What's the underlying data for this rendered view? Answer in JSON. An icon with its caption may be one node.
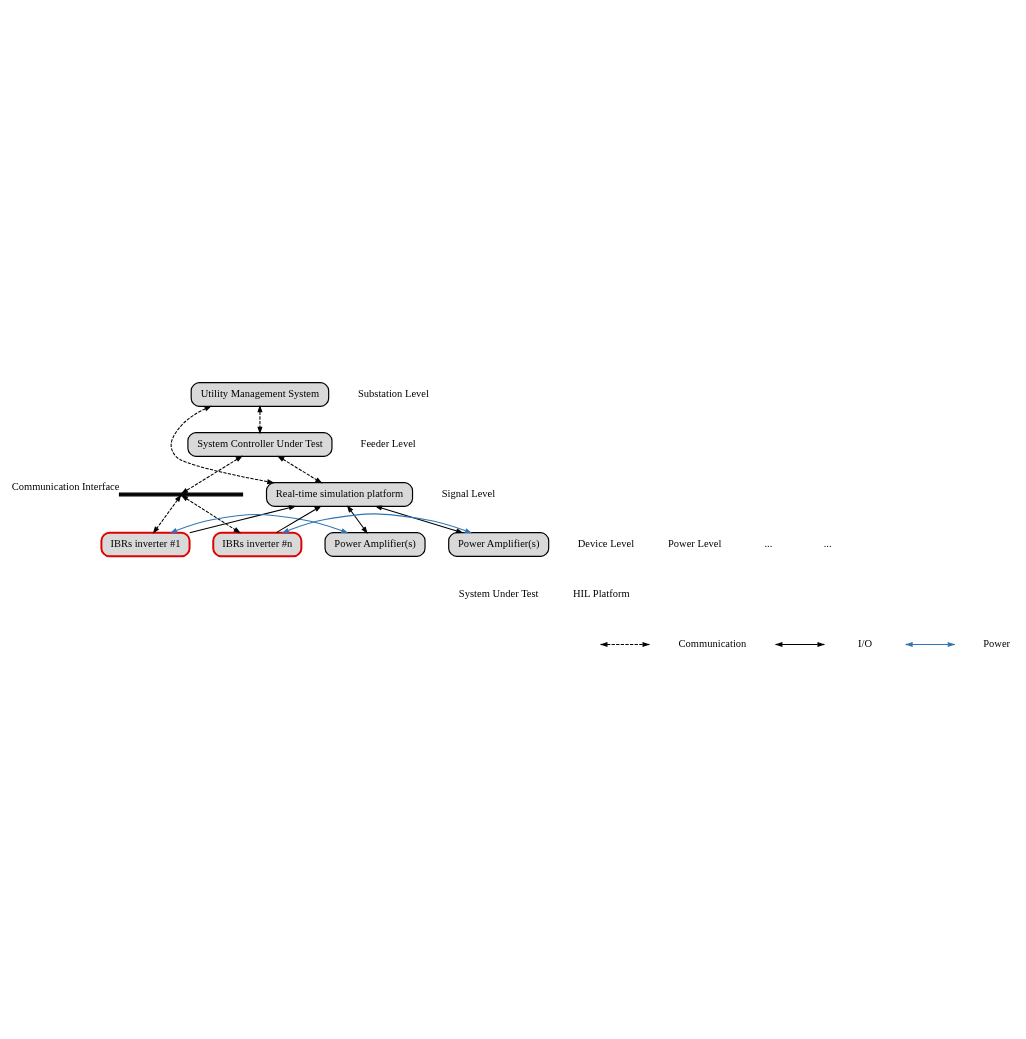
{
  "diagram": {
    "nodes": [
      {
        "text": [
          "Utility Management System"
        ]
      },
      {
        "text": [
          "System Controller Under Test"
        ]
      },
      {
        "text": [
          "Real-time simulation platform"
        ]
      },
      {
        "text": [],
        "shape": "bar",
        "beside": [
          "Communication Interface"
        ]
      },
      {
        "text": [
          "IBRs inverter #1"
        ]
      },
      {
        "text": [
          "Power Amplifier(s)"
        ]
      },
      {
        "text": [
          "IBRs inverter #n"
        ]
      },
      {
        "text": [
          "Power Amplifier(s)"
        ]
      }
    ],
    "edges": [
      {
        "from": 0,
        "to": 2,
        "arrow": "both",
        "style": "dashed"
      },
      {
        "from": 0,
        "to": 1,
        "arrow": "both",
        "style": "dashed"
      },
      {
        "from": 1,
        "to": 2,
        "arrow": "both",
        "style": "dashed"
      },
      {
        "from": 1,
        "to": 3,
        "arrow": "both",
        "style": "dashed"
      },
      {
        "from": 3,
        "to": 4,
        "arrow": "both",
        "style": "dashed"
      },
      {
        "from": 3,
        "to": 6,
        "arrow": "both",
        "style": "dashed"
      },
      {
        "from": 4,
        "to": 2,
        "arrow": "to"
      },
      {
        "from": 6,
        "to": 2,
        "arrow": "to"
      },
      {
        "from": 2,
        "to": 5,
        "arrow": "both"
      },
      {
        "from": 2,
        "to": 7,
        "arrow": "both"
      },
      {
        "from": 4,
        "to": 5,
        "arrow": "both",
        "color": "#2e75b6"
      },
      {
        "from": 6,
        "to": 7,
        "arrow": "both",
        "color": "#2e75b6"
      }
    ],
    "labels": [
      "Substation Level",
      "Feeder Level",
      "Signal Level",
      "Device Level",
      "Power Level",
      "...",
      "...",
      "System Under Test",
      "HIL Platform"
    ],
    "legend": [
      {
        "text": "Communication"
      },
      {
        "text": "I/O"
      },
      {
        "text": "Power"
      }
    ]
  }
}
